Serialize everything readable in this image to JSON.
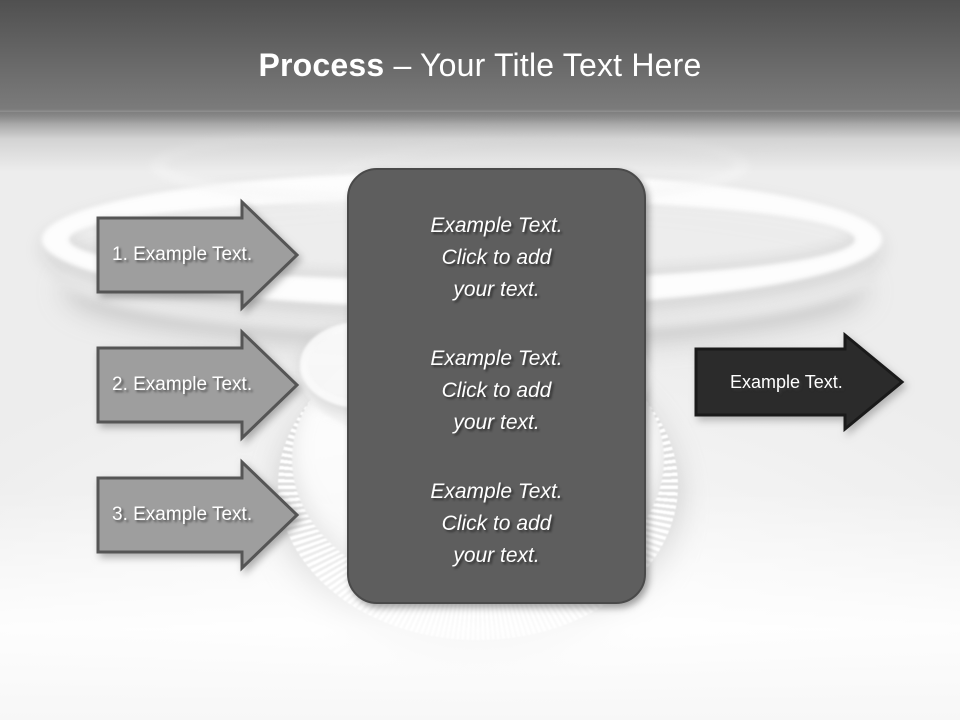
{
  "slide": {
    "title_bold": "Process",
    "title_rest": " – Your Title Text Here",
    "background_description": "blurred grayscale stethoscope photo",
    "colors": {
      "header_band": "#6b6b6b",
      "panel_fill": "#5e5e5e",
      "panel_border": "#4a4a4a",
      "input_arrow_fill": "#9e9e9e",
      "input_arrow_border": "#555555",
      "output_arrow_fill": "#2b2b2b",
      "output_arrow_border": "#1a1a1a",
      "text": "#ffffff"
    }
  },
  "input_arrows": [
    {
      "label": "1. Example Text."
    },
    {
      "label": "2. Example Text."
    },
    {
      "label": "3. Example Text."
    }
  ],
  "center_panel": {
    "blocks": [
      {
        "text": "Example Text.\nClick  to add\nyour text."
      },
      {
        "text": "Example Text.\nClick  to add\nyour text."
      },
      {
        "text": "Example Text.\nClick  to add\nyour text."
      }
    ]
  },
  "output_arrow": {
    "label": "Example Text."
  }
}
